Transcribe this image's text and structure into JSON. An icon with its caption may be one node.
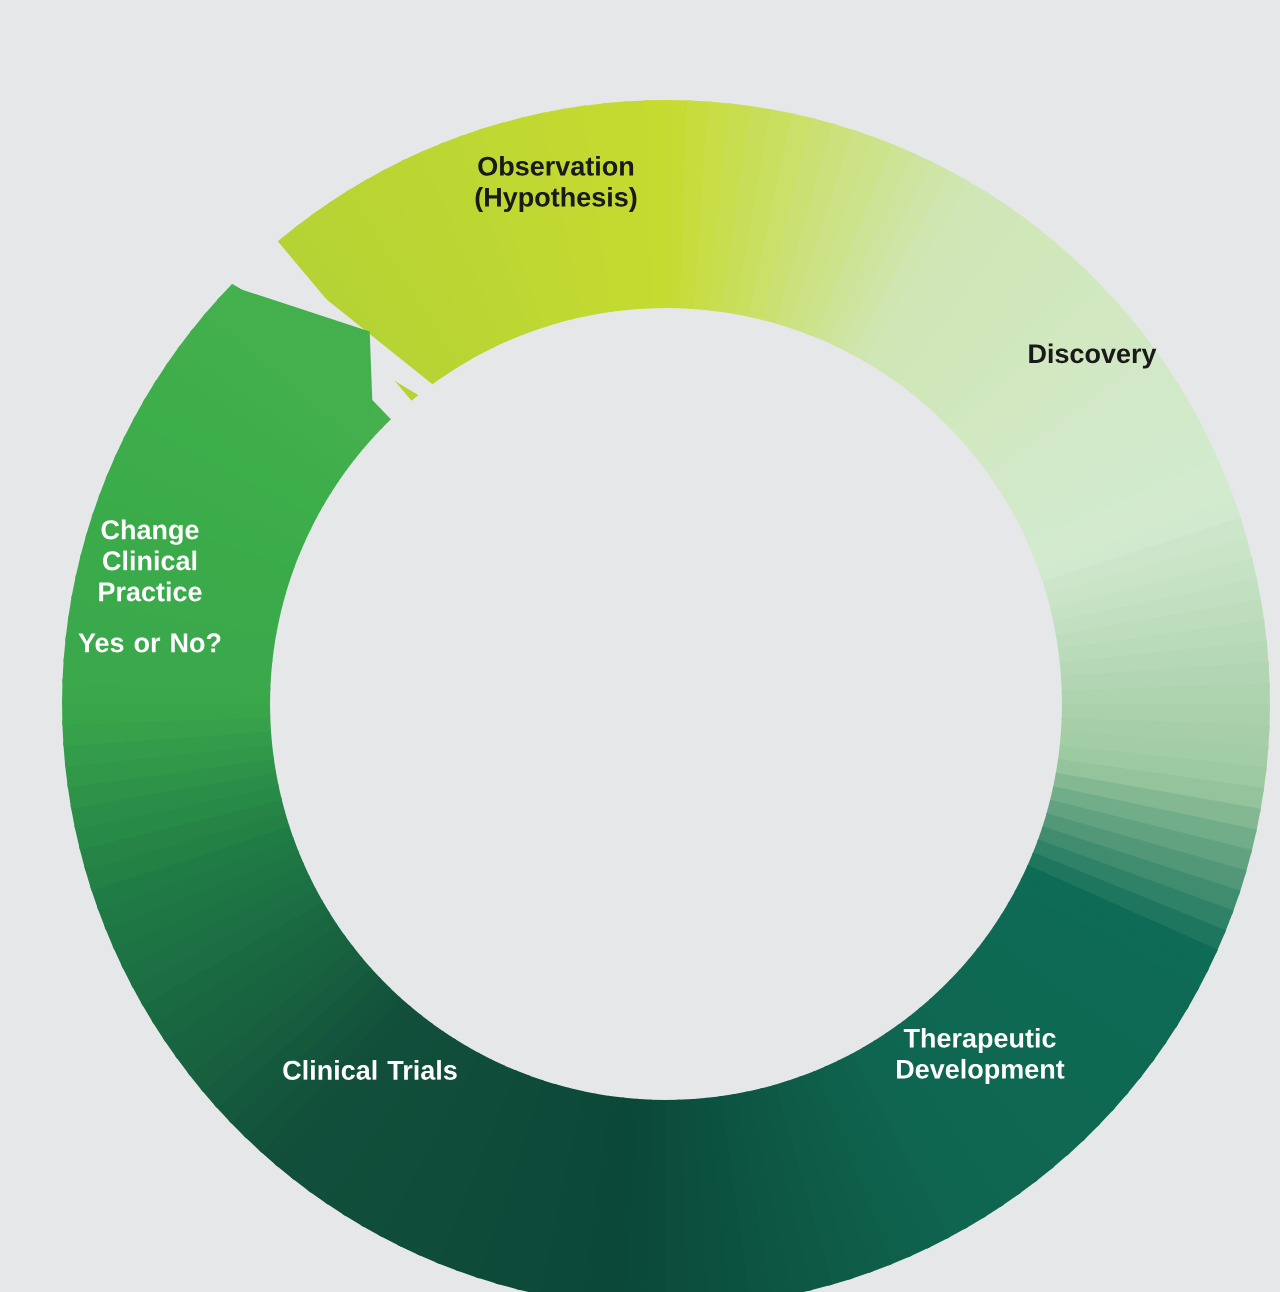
{
  "diagram": {
    "nodes": [
      {
        "text": [
          "Observation (Hypothesis)"
        ]
      },
      {
        "text": [
          "Discovery"
        ]
      },
      {
        "text": [
          "Therapeutic Development"
        ]
      },
      {
        "text": [
          "Clinical Trials"
        ]
      },
      {
        "text": [
          "Change Clinical Practice",
          "Yes or No?"
        ]
      }
    ]
  }
}
